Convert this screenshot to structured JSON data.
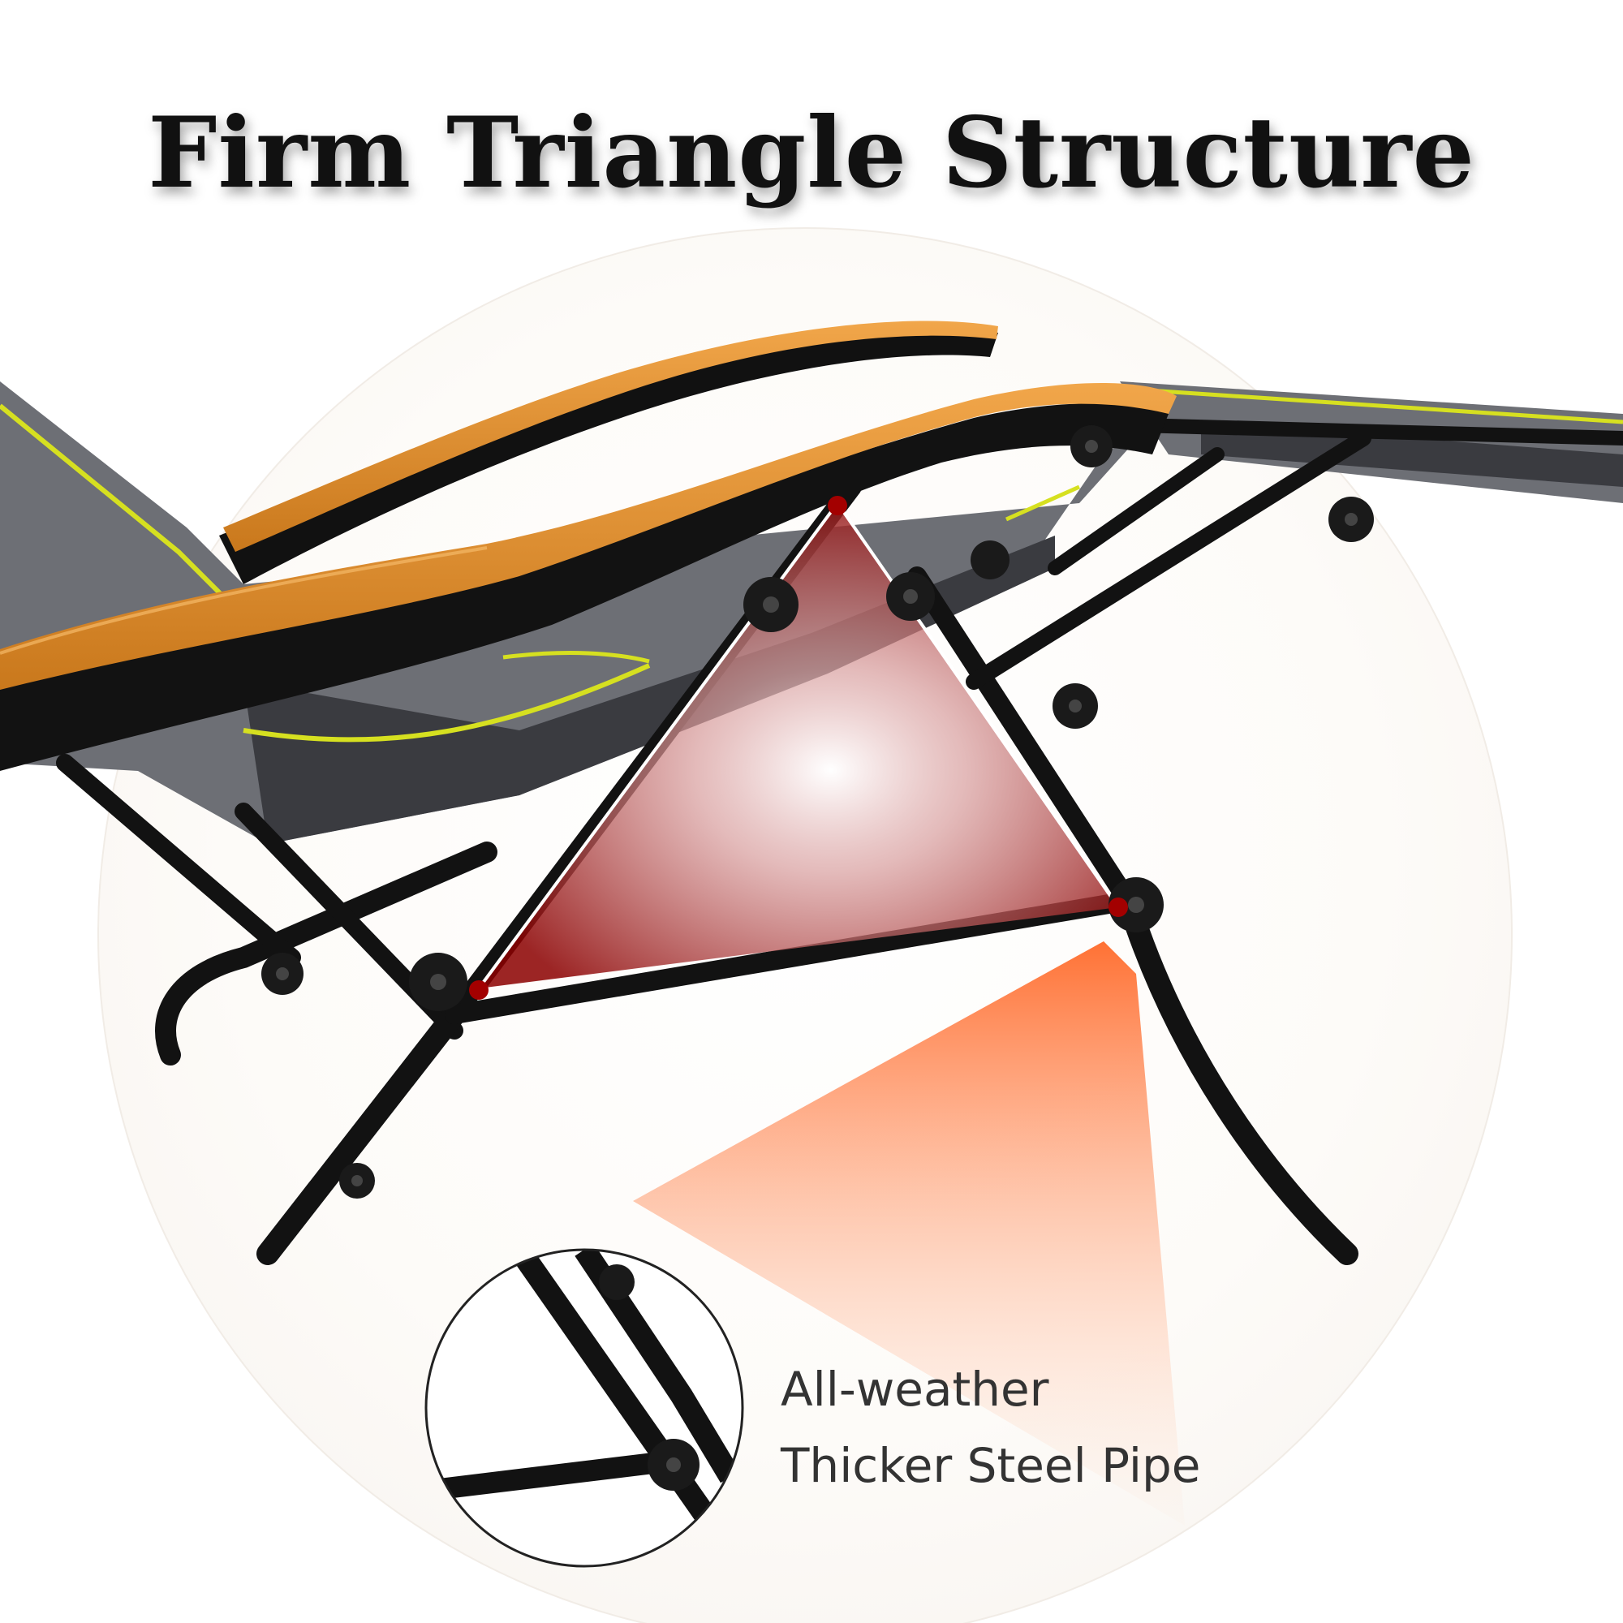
{
  "headline": "Firm Triangle Structure",
  "inset_caption": {
    "line1": "All-weather",
    "line2": "Thicker Steel Pipe"
  },
  "colors": {
    "frame": "#121212",
    "wood_armrest": "#e0902e",
    "fabric_grey": "#6d6f75",
    "fabric_dark": "#3a3b40",
    "piping_yellow": "#d6e020",
    "triangle_red": "#8e0000",
    "node_red": "#a30000",
    "beam_orange": "#ff7a3a"
  }
}
